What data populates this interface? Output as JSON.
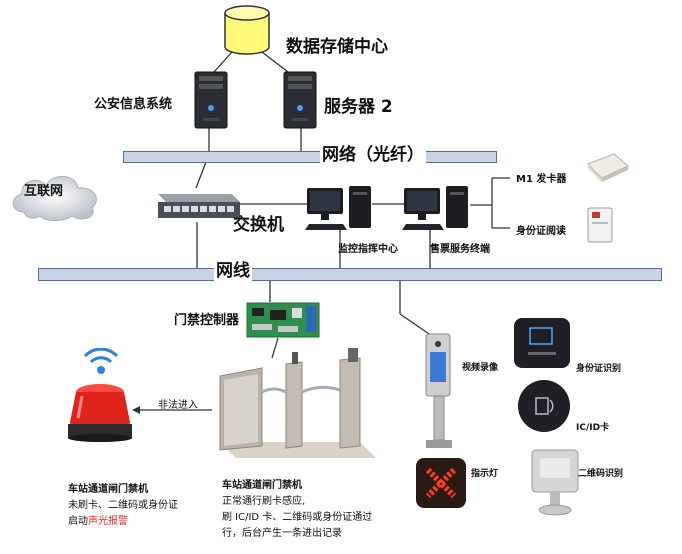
{
  "nodes": {
    "data_center": "数据存储中心",
    "public_security": "公安信息系统",
    "server2": "服务器 2",
    "network_fiber": "网络（光纤）",
    "internet": "互联网",
    "switch": "交换机",
    "monitor_center": "监控指挥中心",
    "ticket_terminal": "售票服务终端",
    "m1_issuer": "M1 发卡器",
    "id_reader": "身份证阅读",
    "network_line": "网线",
    "access_controller": "门禁控制器",
    "video_record": "视频录像",
    "id_card_recognition": "身份证识别",
    "ic_id_card": "IC/ID卡",
    "indicator_light": "指示灯",
    "qr_recognition": "二维码识别",
    "illegal_entry": "非法进入"
  },
  "notes": {
    "alarm": {
      "title": "车站通道闸门禁机",
      "line1": "未刷卡、二维码或身份证",
      "line2_prefix": "启动",
      "line2_red": "声光报警"
    },
    "gate": {
      "title": "车站通道闸门禁机",
      "line1": "正常通行刷卡感应,",
      "line2": "刷 IC/ID 卡、二维码或身份证通过",
      "line3": "行，后台产生一条进出记录"
    }
  },
  "colors": {
    "bus_fill": "#c9d3e6",
    "bus_stroke": "#5b6b8a",
    "alarm_red": "#e0241b",
    "db_yellow": "#fffa7a"
  }
}
